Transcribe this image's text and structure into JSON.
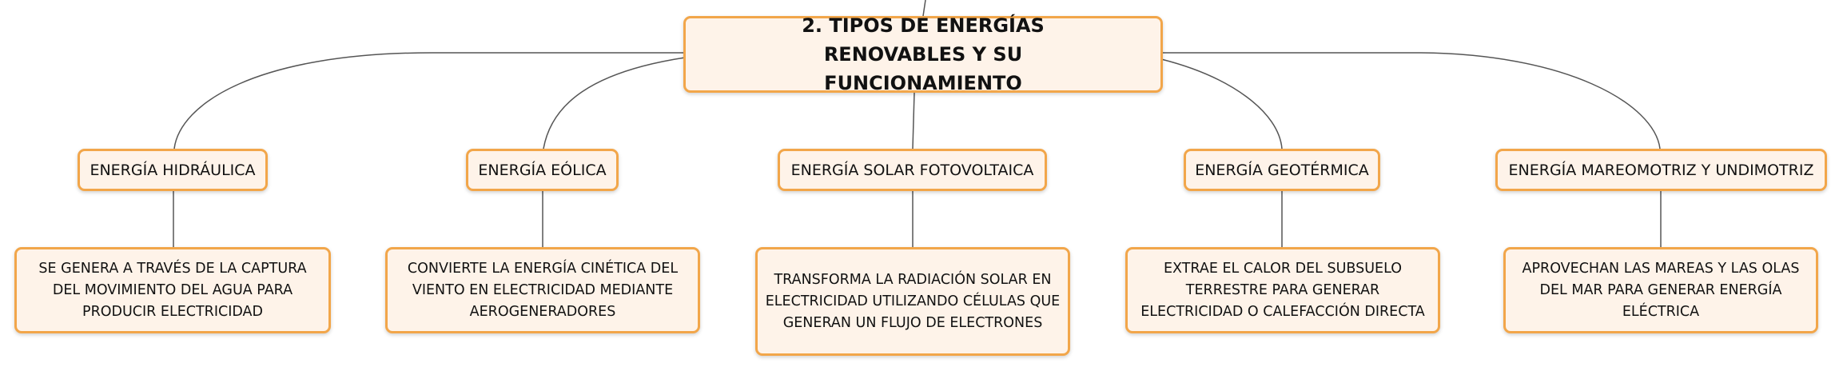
{
  "colors": {
    "node_fill": "#fef3e9",
    "node_border": "#f2a64a",
    "connector": "#555555",
    "text": "#111111"
  },
  "central": {
    "title": "2. TIPOS DE ENERGÍAS RENOVABLES Y SU FUNCIONAMIENTO"
  },
  "branches": [
    {
      "label": "ENERGÍA HIDRÁULICA",
      "description": "SE GENERA A TRAVÉS DE LA CAPTURA DEL MOVIMIENTO DEL AGUA PARA PRODUCIR ELECTRICIDAD"
    },
    {
      "label": "ENERGÍA EÓLICA",
      "description": "CONVIERTE LA ENERGÍA CINÉTICA DEL VIENTO EN ELECTRICIDAD MEDIANTE AEROGENERADORES"
    },
    {
      "label": "ENERGÍA SOLAR FOTOVOLTAICA",
      "description": "TRANSFORMA LA RADIACIÓN SOLAR EN ELECTRICIDAD UTILIZANDO CÉLULAS QUE GENERAN UN FLUJO DE ELECTRONES"
    },
    {
      "label": "ENERGÍA GEOTÉRMICA",
      "description": "EXTRAE EL CALOR DEL SUBSUELO TERRESTRE PARA GENERAR ELECTRICIDAD O CALEFACCIÓN DIRECTA"
    },
    {
      "label": "ENERGÍA MAREOMOTRIZ Y UNDIMOTRIZ",
      "description": "APROVECHAN LAS MAREAS Y LAS OLAS DEL MAR PARA GENERAR ENERGÍA ELÉCTRICA"
    }
  ]
}
